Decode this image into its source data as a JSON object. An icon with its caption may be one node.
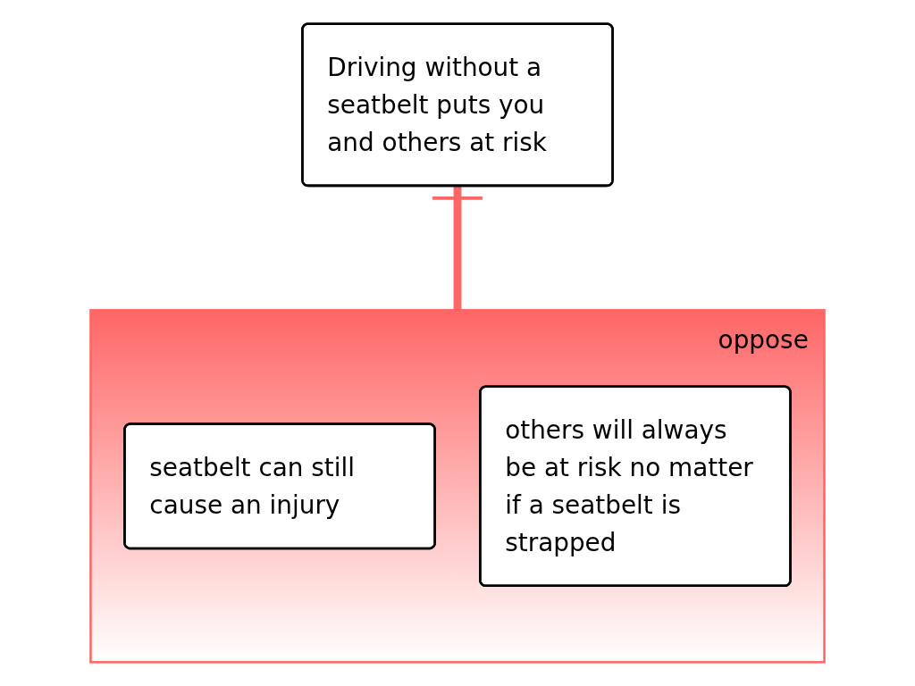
{
  "diagram": {
    "nodes": [
      {
        "text": [
          "Driving without a seatbelt puts you and others at risk"
        ]
      },
      {
        "text": [
          "oppose"
        ]
      },
      {
        "text": [
          "seatbelt can still cause an injury"
        ],
        "in": 1
      },
      {
        "text": [
          "others will always be at risk no matter if a seatbelt is strapped"
        ],
        "in": 1
      }
    ],
    "edges": [
      {
        "from": 1,
        "to": 0,
        "arrow": "other"
      }
    ]
  }
}
